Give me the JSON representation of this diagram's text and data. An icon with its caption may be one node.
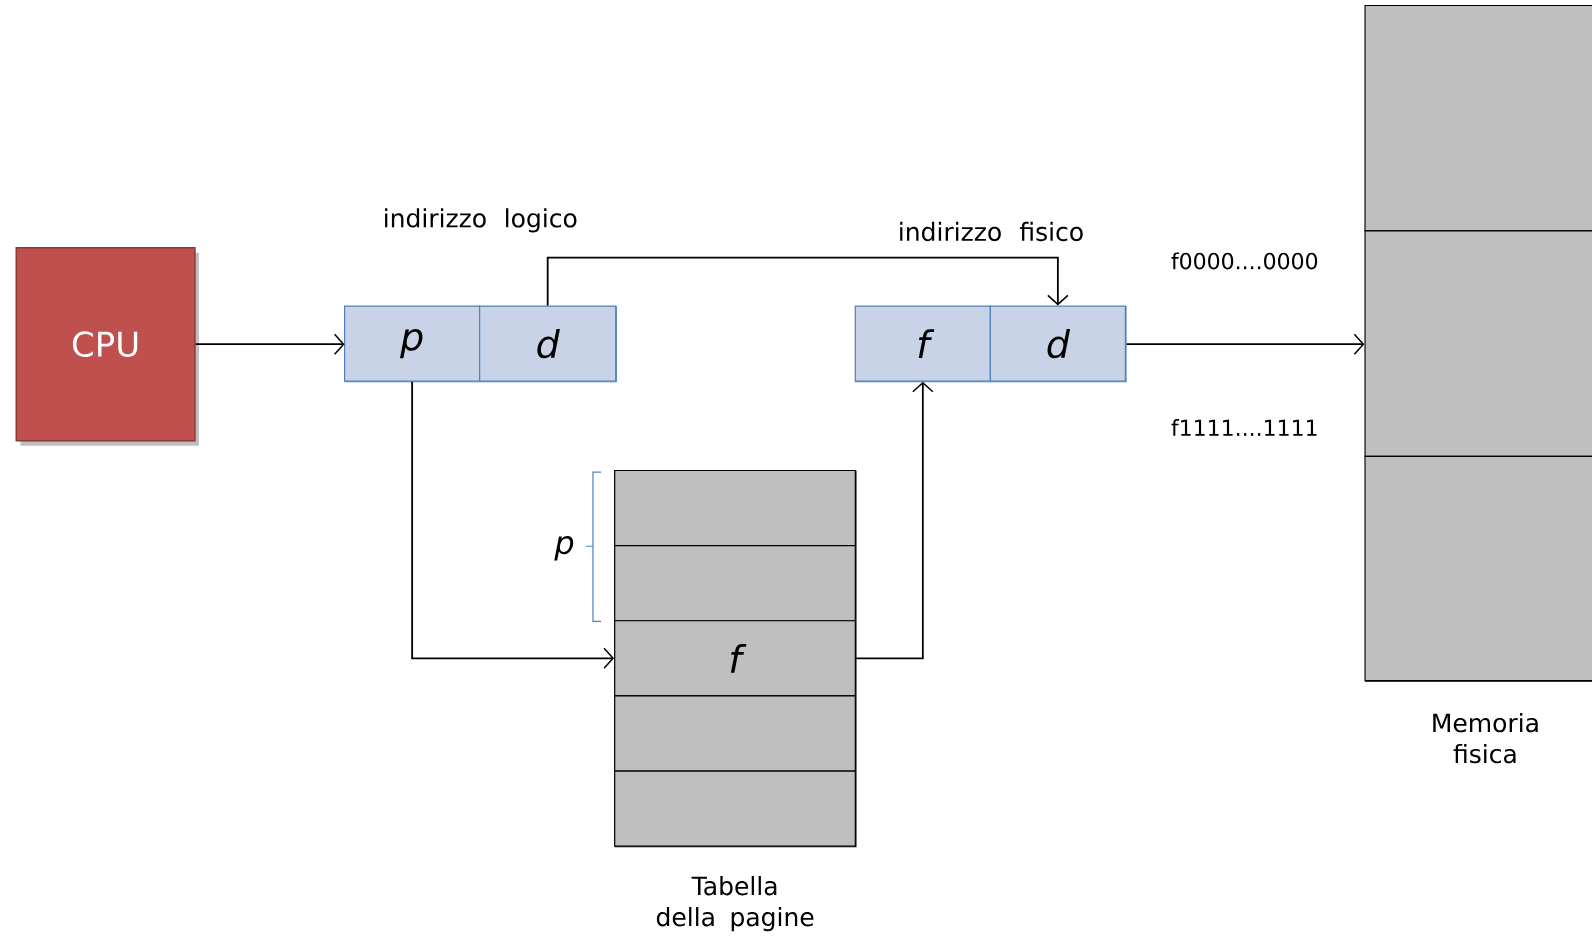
{
  "diagram": {
    "nodes": [
      {
        "text": [
          "CPU"
        ]
      },
      {
        "text": [
          "indirizzo logico"
        ]
      },
      {
        "text": [
          "p"
        ],
        "in": 1
      },
      {
        "text": [
          "d"
        ],
        "in": 1
      },
      {
        "text": [
          "indirizzo fisico"
        ]
      },
      {
        "text": [
          "f"
        ],
        "in": 4
      },
      {
        "text": [
          "d"
        ],
        "in": 4
      },
      {
        "text": [
          "Tabella della pagine"
        ]
      },
      {
        "text": [],
        "shape": "box",
        "in": 7
      },
      {
        "text": [],
        "shape": "box",
        "in": 7
      },
      {
        "text": [
          "f"
        ],
        "in": 7
      },
      {
        "text": [],
        "shape": "box",
        "in": 7
      },
      {
        "text": [],
        "shape": "box",
        "in": 7
      },
      {
        "text": [
          "Memoria fisica"
        ]
      },
      {
        "text": [],
        "shape": "box",
        "in": 13
      },
      {
        "text": [],
        "shape": "box",
        "in": 13
      },
      {
        "text": [],
        "shape": "box",
        "in": 13
      }
    ],
    "edges": [
      {
        "from": 0,
        "to": 1,
        "arrow": "to"
      },
      {
        "from": 2,
        "to": 10,
        "arrow": "to"
      },
      {
        "from": 3,
        "to": 6,
        "arrow": "to"
      },
      {
        "from": 10,
        "to": 5,
        "arrow": "to"
      },
      {
        "from": 4,
        "to": 15,
        "arrow": "to"
      }
    ],
    "labels": [
      "f0000....0000",
      "f1111....1111",
      "p"
    ]
  }
}
